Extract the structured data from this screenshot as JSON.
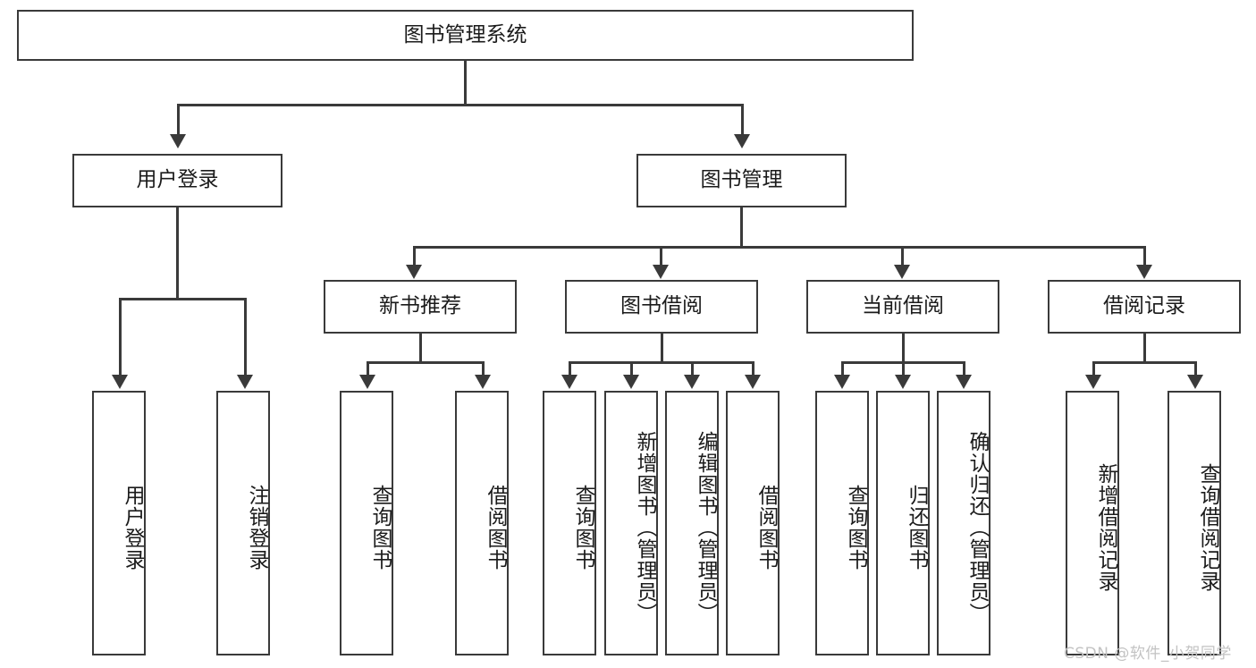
{
  "diagram": {
    "title": "图书管理系统",
    "type": "functional-structure-tree",
    "levels": 4
  },
  "nodes": {
    "root": {
      "label": "图书管理系统"
    },
    "level2": [
      {
        "id": "user-login",
        "label": "用户登录"
      },
      {
        "id": "book-manage",
        "label": "图书管理"
      }
    ],
    "level3": [
      {
        "id": "new-book-recommend",
        "label": "新书推荐"
      },
      {
        "id": "book-borrow",
        "label": "图书借阅"
      },
      {
        "id": "current-borrow",
        "label": "当前借阅"
      },
      {
        "id": "borrow-record",
        "label": "借阅记录"
      }
    ],
    "leaves": {
      "user-login": [
        {
          "id": "leaf-user-login",
          "label": "用户登录"
        },
        {
          "id": "leaf-logout",
          "label": "注销登录"
        }
      ],
      "new-book-recommend": [
        {
          "id": "leaf-query-book-1",
          "label": "查询图书"
        },
        {
          "id": "leaf-borrow-book-1",
          "label": "借阅图书"
        }
      ],
      "book-borrow": [
        {
          "id": "leaf-query-book-2",
          "label": "查询图书"
        },
        {
          "id": "leaf-add-book",
          "label": "新增图书（管理员）"
        },
        {
          "id": "leaf-edit-book",
          "label": "编辑图书（管理员）"
        },
        {
          "id": "leaf-borrow-book-2",
          "label": "借阅图书"
        }
      ],
      "current-borrow": [
        {
          "id": "leaf-query-book-3",
          "label": "查询图书"
        },
        {
          "id": "leaf-return-book",
          "label": "归还图书"
        },
        {
          "id": "leaf-confirm-return",
          "label": "确认归还（管理员）"
        }
      ],
      "borrow-record": [
        {
          "id": "leaf-add-record",
          "label": "新增借阅记录"
        },
        {
          "id": "leaf-query-record",
          "label": "查询借阅记录"
        }
      ]
    }
  },
  "watermark": {
    "text": "CSDN @软件_小贺同学"
  },
  "colors": {
    "stroke": "#3a3a3a",
    "fill": "#ffffff",
    "text": "#1b1b1b",
    "watermark": "#c3c3c3"
  }
}
